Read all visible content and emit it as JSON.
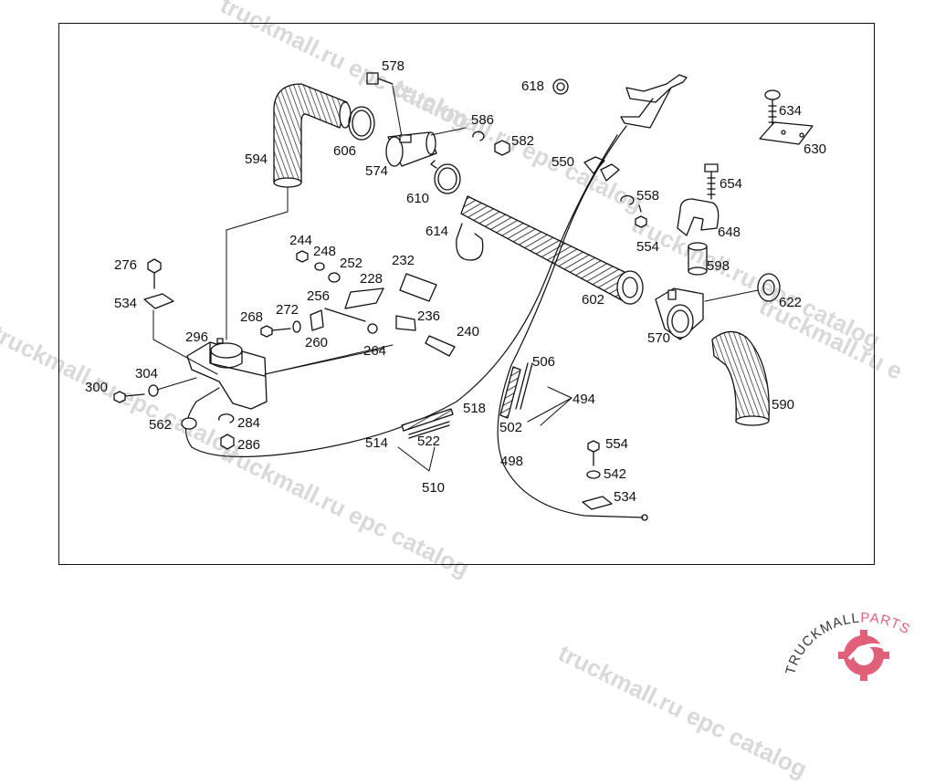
{
  "watermark": {
    "text_a": "truckmall.ru epc catalog",
    "text_b": "truckmall.ru epc catalog",
    "text_c": "truckmall.ru epc catalog",
    "text_d": "truckmall.ru epc catalog",
    "text_e": "truckmall.ru epc catalog",
    "text_f": "truckmall.ru epc catalog",
    "text_g": "truckmall.ru e"
  },
  "brand": {
    "name": "TRUCKMALL",
    "suffix": "PARTS",
    "accent": "#e0607a",
    "dark": "#3a3a3a"
  },
  "parts": {
    "p578": "578",
    "p618": "618",
    "p634": "634",
    "p630": "630",
    "p594": "594",
    "p606": "606",
    "p574": "574",
    "p586": "586",
    "p582": "582",
    "p550": "550",
    "p558": "558",
    "p654": "654",
    "p610": "610",
    "p648": "648",
    "p554a": "554",
    "p614": "614",
    "p244": "244",
    "p248": "248",
    "p252": "252",
    "p232": "232",
    "p598": "598",
    "p276": "276",
    "p228": "228",
    "p256": "256",
    "p602": "602",
    "p622": "622",
    "p534a": "534",
    "p268": "268",
    "p272": "272",
    "p236": "236",
    "p296": "296",
    "p260": "260",
    "p240": "240",
    "p570": "570",
    "p264": "264",
    "p506": "506",
    "p304": "304",
    "p300": "300",
    "p494": "494",
    "p590": "590",
    "p518": "518",
    "p502": "502",
    "p562": "562",
    "p284": "284",
    "p514": "514",
    "p522": "522",
    "p286": "286",
    "p554b": "554",
    "p498": "498",
    "p542": "542",
    "p534b": "534",
    "p510": "510"
  }
}
